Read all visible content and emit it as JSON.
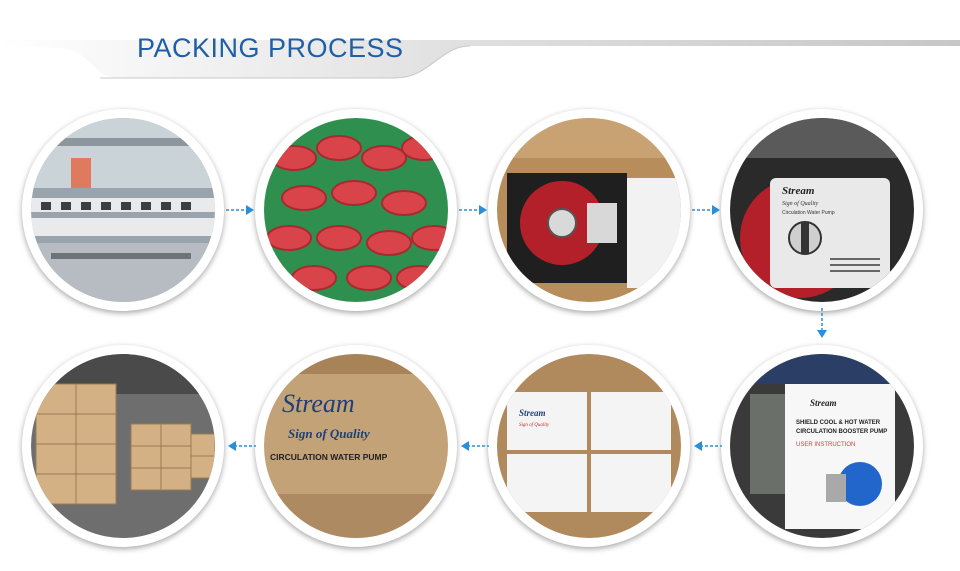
{
  "header": {
    "title": "PACKING PROCESS"
  },
  "step4": {
    "brand": "Stream",
    "tagline": "Sign of Quality",
    "subtitle": "Circulation Water Pump"
  },
  "step5": {
    "brand": "Stream",
    "line1": "SHIELD COOL & HOT WATER",
    "line2": "CIRCULATION BOOSTER PUMP",
    "line3": "USER INSTRUCTION"
  },
  "step6": {
    "brand": "Stream",
    "tagline": "Sign of Quality"
  },
  "step7": {
    "brand": "Stream",
    "tagline": "Sign of Quality",
    "product": "CIRCULATION WATER PUMP"
  },
  "colors": {
    "accent": "#1f5fa8",
    "arrow": "#2a8fd8"
  }
}
